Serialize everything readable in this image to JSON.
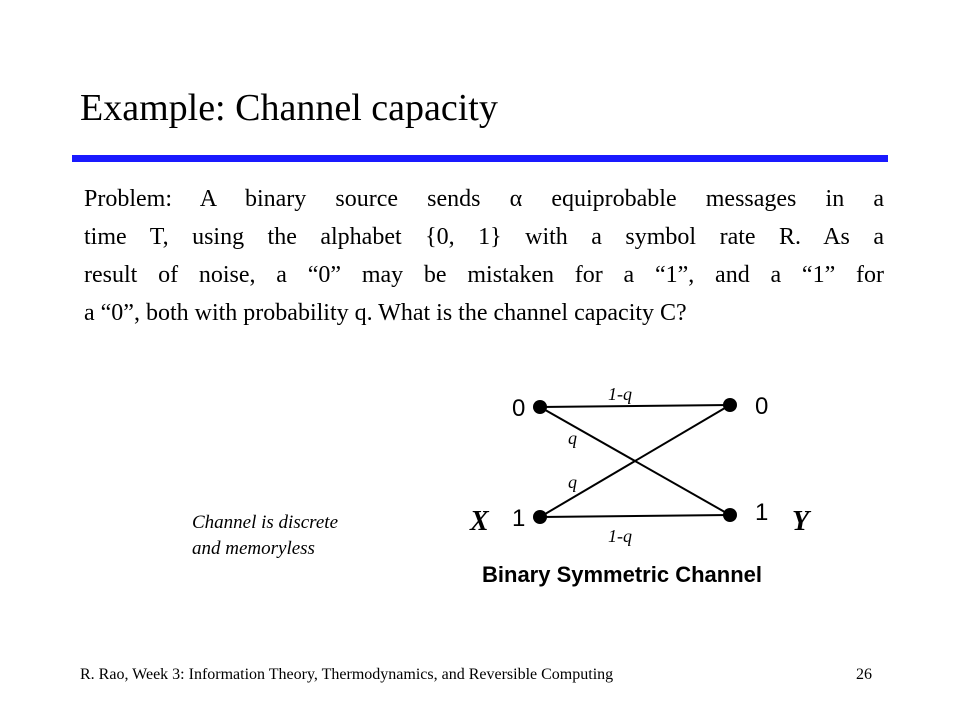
{
  "slide": {
    "title": "Example: Channel capacity",
    "problem_lines": [
      "Problem: A binary source sends α equiprobable messages in a",
      "time T, using the alphabet {0, 1} with a symbol rate R.  As a",
      "result of noise, a “0” may be mistaken for a “1”, and a “1” for",
      "a “0”, both with probability q. What is the channel capacity C?"
    ],
    "note_lines": [
      "Channel is discrete",
      "and memoryless"
    ],
    "footer": "R. Rao, Week 3: Information Theory, Thermodynamics, and Reversible Computing",
    "page_number": "26",
    "accent_color": "#1a1aff"
  },
  "diagram": {
    "input_var": "X",
    "output_var": "Y",
    "input_0": "0",
    "input_1": "1",
    "output_0": "0",
    "output_1": "1",
    "prob_top": "1-q",
    "prob_bottom": "1-q",
    "prob_cross_upper": "q",
    "prob_cross_lower": "q",
    "caption": "Binary Symmetric Channel"
  }
}
